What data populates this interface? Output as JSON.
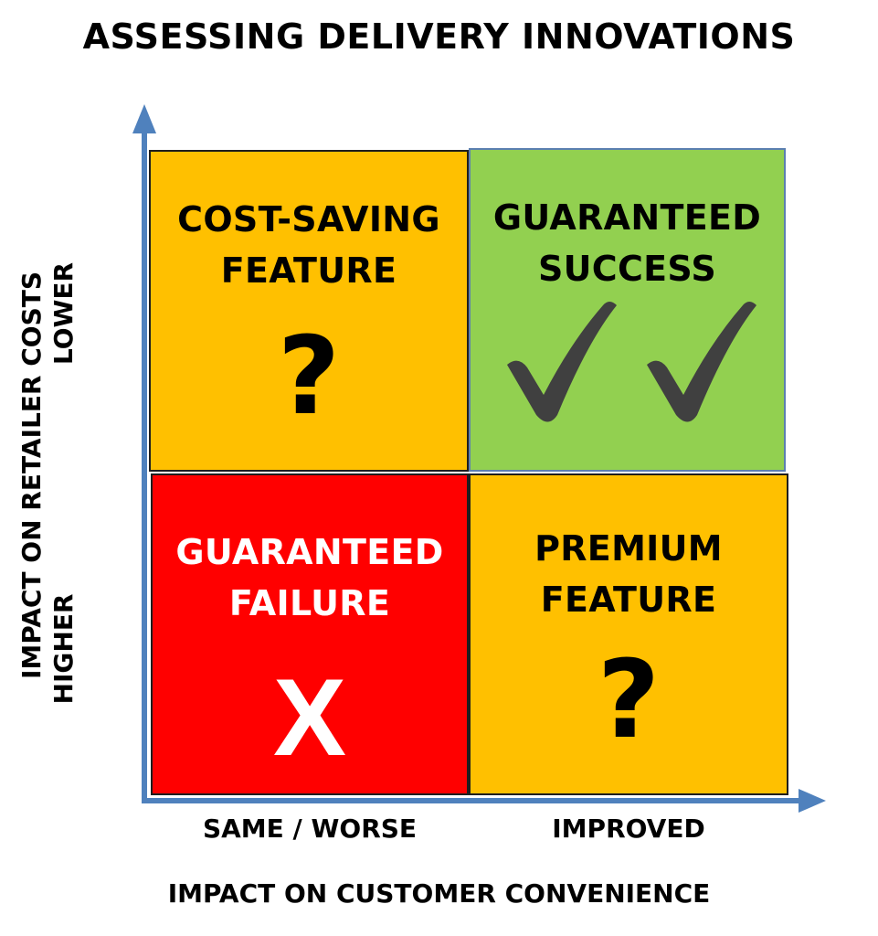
{
  "title": "ASSESSING DELIVERY INNOVATIONS",
  "y_axis": {
    "label": "IMPACT ON RETAILER COSTS",
    "ticks": [
      "LOWER",
      "HIGHER"
    ]
  },
  "x_axis": {
    "label": "IMPACT ON CUSTOMER CONVENIENCE",
    "ticks": [
      "SAME / WORSE",
      "IMPROVED"
    ]
  },
  "quadrants": {
    "top_left": {
      "line1": "COST-SAVING",
      "line2": "FEATURE",
      "symbol": "?",
      "color": "#ffc000",
      "text_color": "#000000"
    },
    "top_right": {
      "line1": "GUARANTEED",
      "line2": "SUCCESS",
      "symbol": "check-check-icon",
      "color": "#92d050",
      "text_color": "#000000"
    },
    "bottom_left": {
      "line1": "GUARANTEED",
      "line2": "FAILURE",
      "symbol": "X",
      "color": "#ff0000",
      "text_color": "#ffffff"
    },
    "bottom_right": {
      "line1": "PREMIUM",
      "line2": "FEATURE",
      "symbol": "?",
      "color": "#ffc000",
      "text_color": "#000000"
    }
  },
  "colors": {
    "axis": "#4f81bd",
    "check": "#404040"
  }
}
